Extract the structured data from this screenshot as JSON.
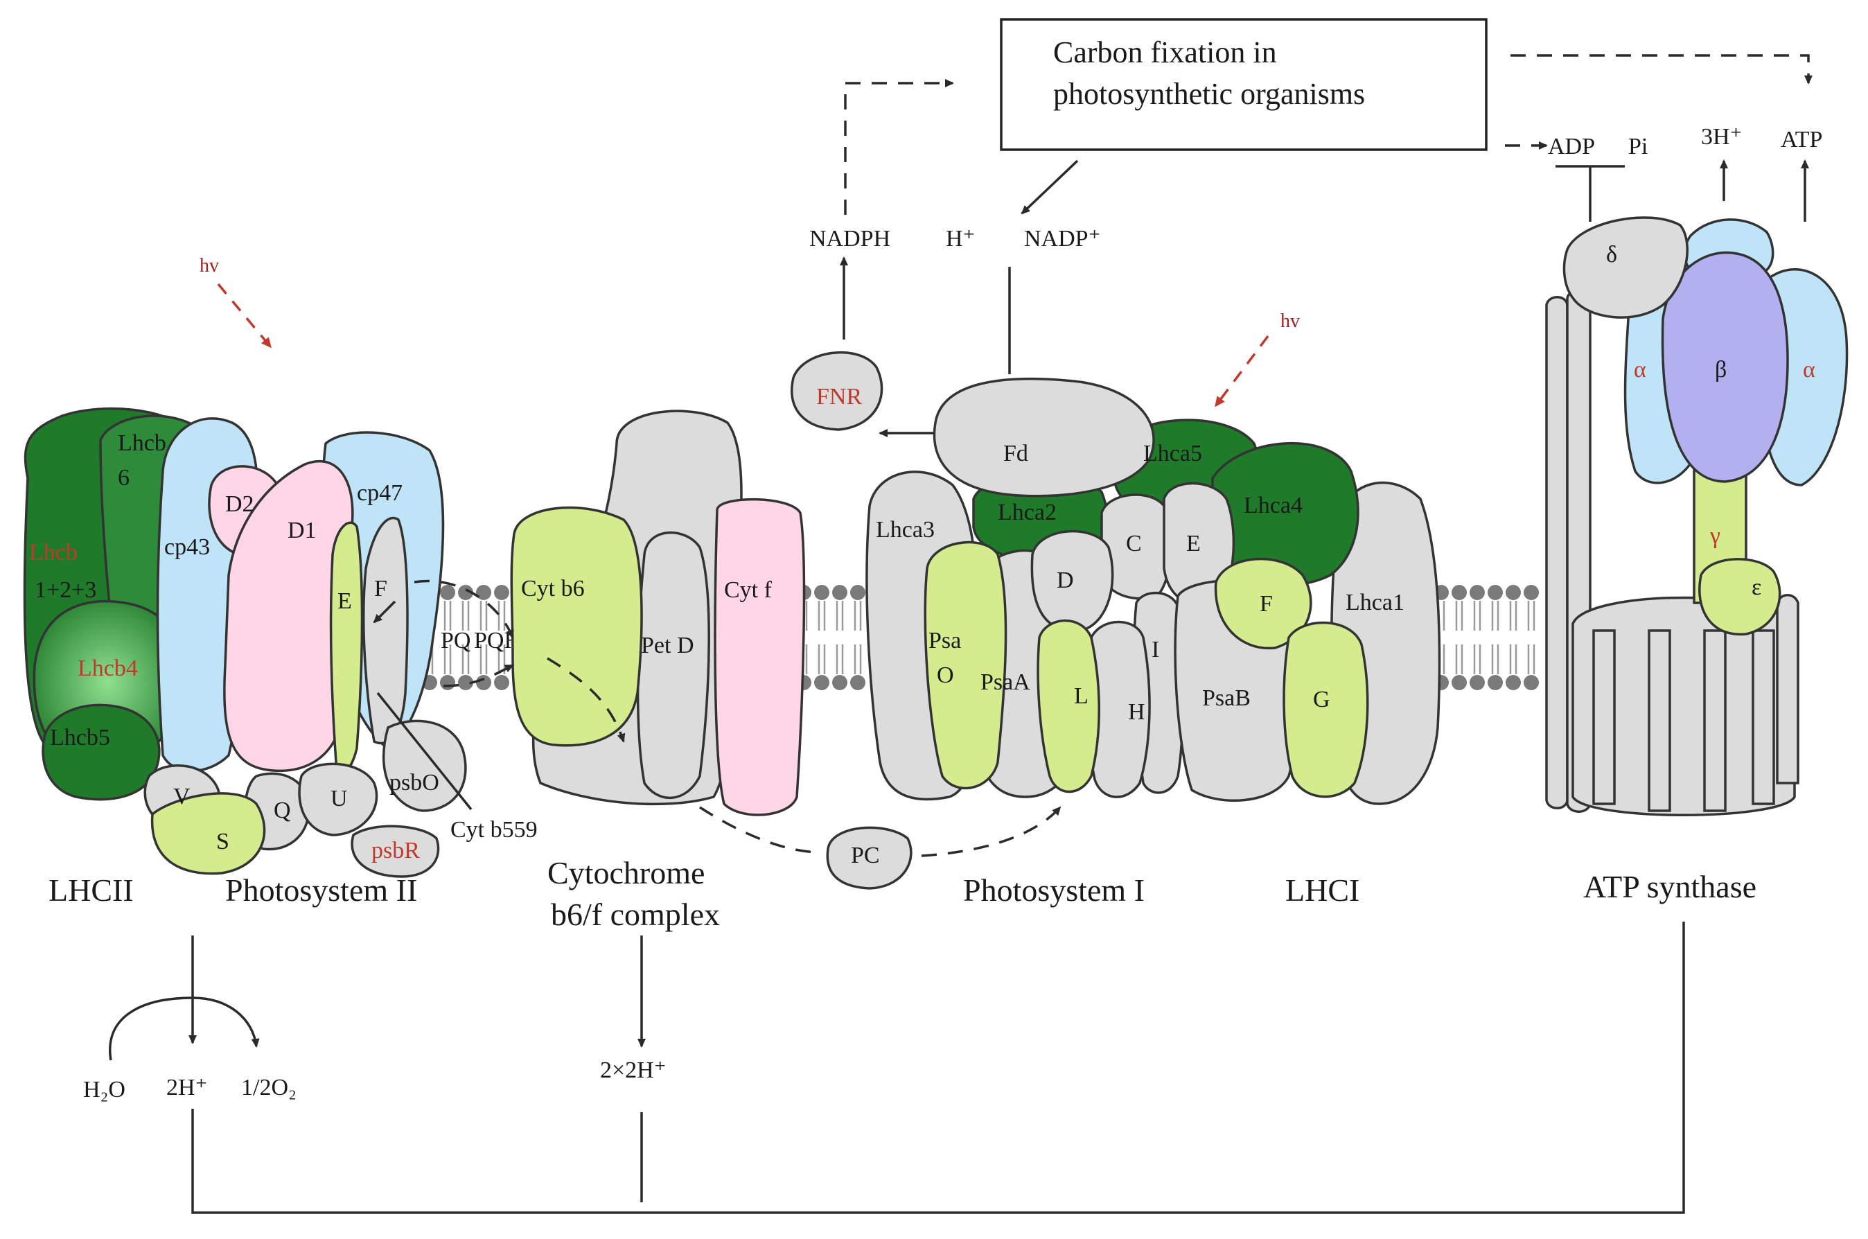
{
  "colors": {
    "lhc_green": "#1f7a2a",
    "lime": "#d4ec8e",
    "grey": "#dcdcdc",
    "pink": "#ffd6e6",
    "blue": "#bfe3f7",
    "violet": "#b3b0ef",
    "red_label": "#c0392b"
  },
  "box": {
    "line1": "Carbon fixation in",
    "line2": "photosynthetic organisms"
  },
  "top": {
    "nadph": "NADPH",
    "h_plus": "H⁺",
    "nadp": "NADP⁺",
    "adp": "ADP",
    "pi": "Pi",
    "three_h": "3H⁺",
    "atp": "ATP"
  },
  "hv": [
    "hv",
    "hv"
  ],
  "lhcii": {
    "lhcb6_a": "Lhcb",
    "lhcb6_b": "6",
    "lhcb123_a": "Lhcb",
    "lhcb123_b": "1+2+3",
    "lhcb4": "Lhcb4",
    "lhcb5": "Lhcb5"
  },
  "ps2": {
    "cp43": "cp43",
    "d2": "D2",
    "d1": "D1",
    "cp47": "cp47",
    "e": "E",
    "f": "F",
    "pq": "PQ",
    "pqh2": "PQH₂",
    "v": "V",
    "s": "S",
    "q": "Q",
    "u": "U",
    "psbo": "psbO",
    "psbr": "psbR",
    "cytb559": "Cyt b559"
  },
  "b6f": {
    "cytb6": "Cyt b6",
    "petd": "Pet D",
    "cytf": "Cyt f",
    "pc": "PC"
  },
  "ps1": {
    "fnr": "FNR",
    "fd": "Fd",
    "lhca3": "Lhca3",
    "lhca2": "Lhca2",
    "lhca5": "Lhca5",
    "lhca4": "Lhca4",
    "lhca1": "Lhca1",
    "c": "C",
    "d": "D",
    "e": "E",
    "f": "F",
    "g": "G",
    "h": "H",
    "i": "I",
    "l": "L",
    "psao_a": "Psa",
    "psao_b": "O",
    "psaa": "PsaA",
    "psab": "PsaB"
  },
  "atp": {
    "delta": "δ",
    "alpha_left": "α",
    "beta": "β",
    "alpha_right": "α",
    "gamma": "γ",
    "epsilon": "ε"
  },
  "captions": {
    "lhcii": "LHCII",
    "ps2": "Photosystem II",
    "cyt_a": "Cytochrome",
    "cyt_b": "b6/f complex",
    "ps1": "Photosystem I",
    "lhci": "LHCI",
    "atp": "ATP synthase"
  },
  "bottom": {
    "h2o": "H₂O",
    "two_h": "2H⁺",
    "half_o2": "1/2O₂",
    "four_h": "2×2H⁺"
  }
}
